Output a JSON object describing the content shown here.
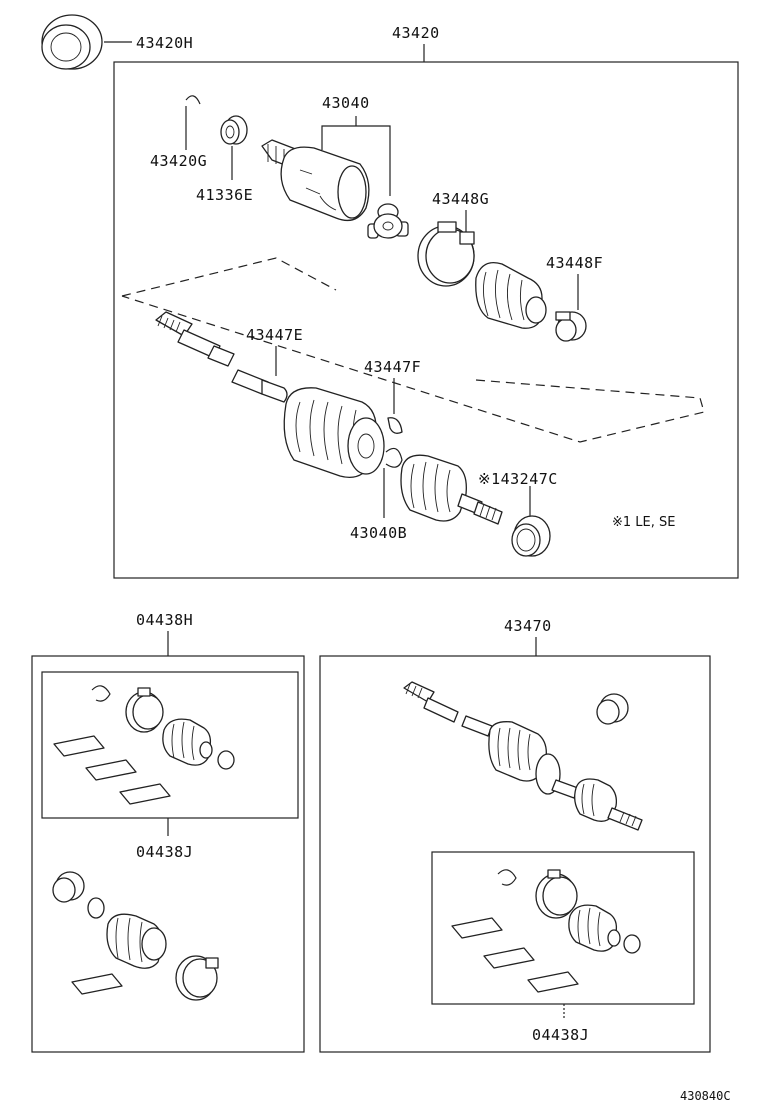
{
  "labels": {
    "p43420H": "43420H",
    "p43420": "43420",
    "p43040": "43040",
    "p43420G": "43420G",
    "p41336E": "41336E",
    "p43448G": "43448G",
    "p43448F": "43448F",
    "p43447E": "43447E",
    "p43447F": "43447F",
    "p43247C": "※143247C",
    "p43040B": "43040B",
    "note": "※1 LE, SE",
    "p04438H": "04438H",
    "p04438J_left": "04438J",
    "p43470": "43470",
    "p04438J_right": "04438J",
    "figure_code": "430840C"
  }
}
